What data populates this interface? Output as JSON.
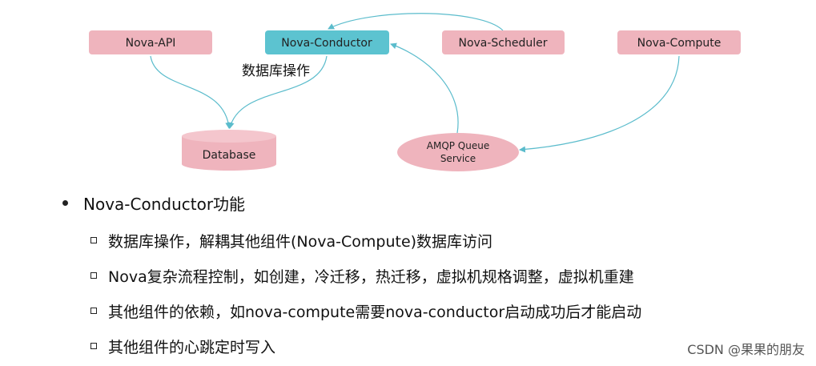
{
  "diagram": {
    "nodes": {
      "nova_api": "Nova-API",
      "nova_conductor": "Nova-Conductor",
      "nova_scheduler": "Nova-Scheduler",
      "nova_compute": "Nova-Compute",
      "database": "Database",
      "amqp_line1": "AMQP Queue",
      "amqp_line2": "Service"
    },
    "annotation": "数据库操作",
    "colors": {
      "node_fill": "#efb4bd",
      "conductor_fill": "#5cc3d0",
      "edge": "#5bbccc"
    }
  },
  "bullets": {
    "main": "Nova-Conductor功能",
    "items": [
      "数据库操作，解耦其他组件(Nova-Compute)数据库访问",
      "Nova复杂流程控制，如创建，冷迁移，热迁移，虚拟机规格调整，虚拟机重建",
      "其他组件的依赖，如nova-compute需要nova-conductor启动成功后才能启动",
      "其他组件的心跳定时写入"
    ]
  },
  "watermark": "CSDN @果果的朋友"
}
